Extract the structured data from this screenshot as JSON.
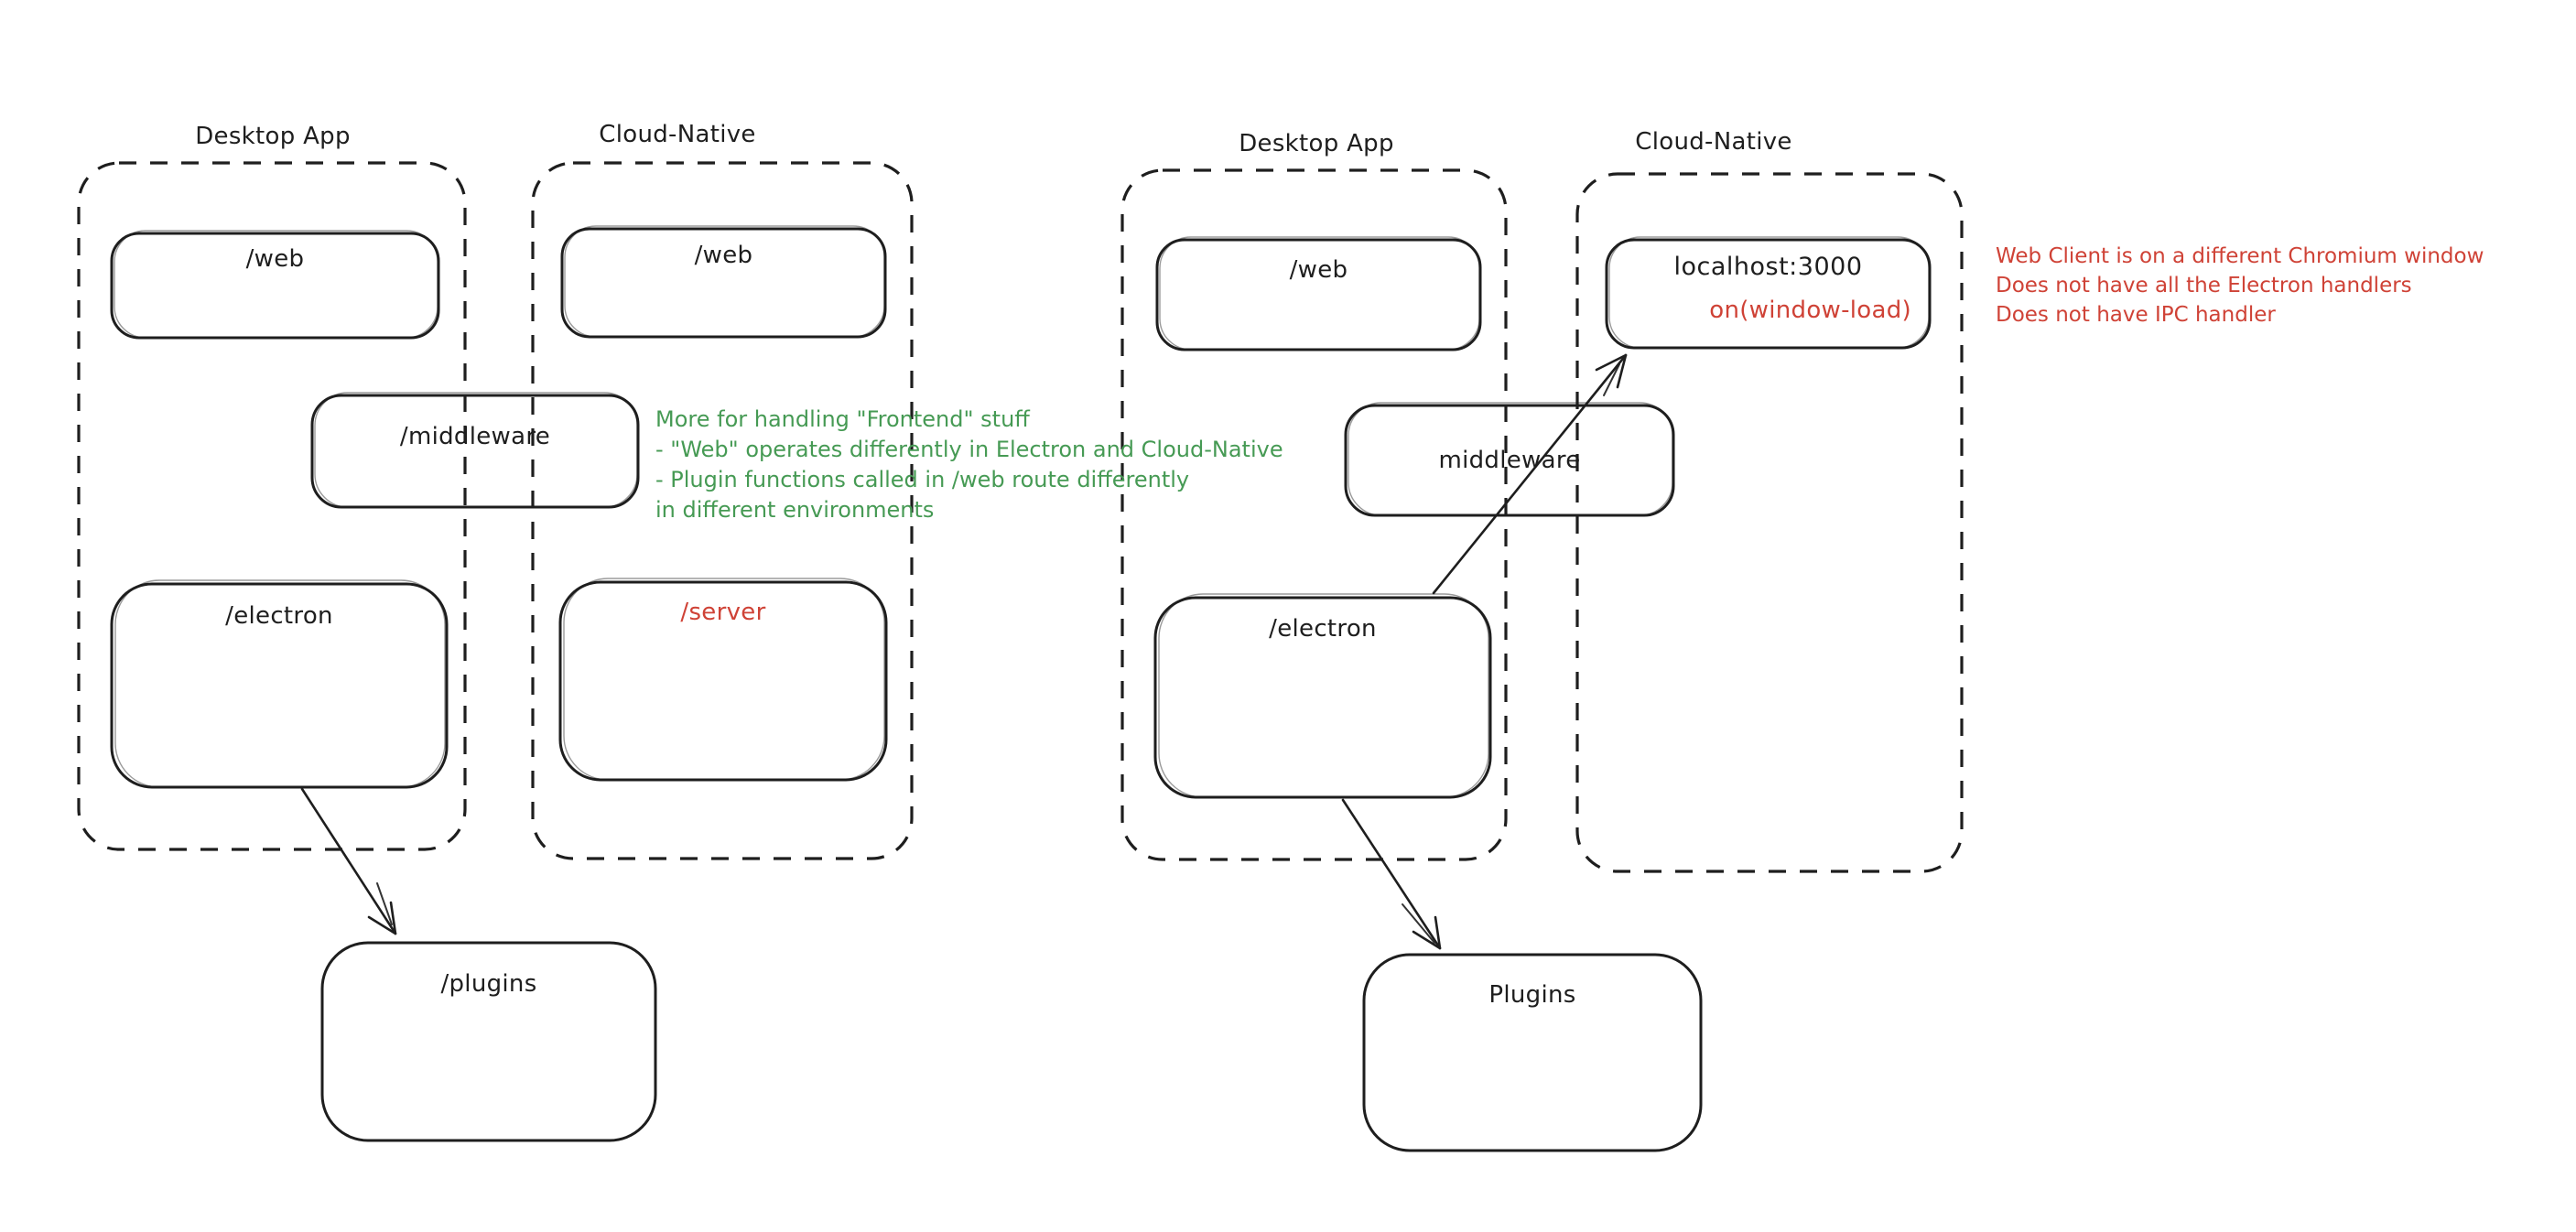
{
  "palette": {
    "ink": "#1e1e1e",
    "green": "#469a54",
    "red": "#cf4236",
    "background": "#ffffff"
  },
  "left": {
    "desktop": {
      "title": "Desktop App",
      "web_label": "/web",
      "electron_label": "/electron"
    },
    "cloud": {
      "title": "Cloud-Native",
      "web_label": "/web",
      "server_label": "/server"
    },
    "middleware_label": "/middleware",
    "plugins_label": "/plugins",
    "green_note": {
      "lines": [
        "More for handling \"Frontend\" stuff",
        "- \"Web\" operates differently in Electron and Cloud-Native",
        "- Plugin functions called in /web route differently",
        "in different environments"
      ]
    }
  },
  "right": {
    "desktop": {
      "title": "Desktop App",
      "web_label": "/web",
      "electron_label": "/electron"
    },
    "cloud": {
      "title": "Cloud-Native",
      "localhost_label": "localhost:3000",
      "window_load_label": "on(window-load)"
    },
    "middleware_label": "middleware",
    "plugins_label": "Plugins",
    "red_note": {
      "lines": [
        "Web Client is on a different Chromium window",
        "Does not have all the Electron handlers",
        "Does not have IPC handler"
      ]
    }
  }
}
